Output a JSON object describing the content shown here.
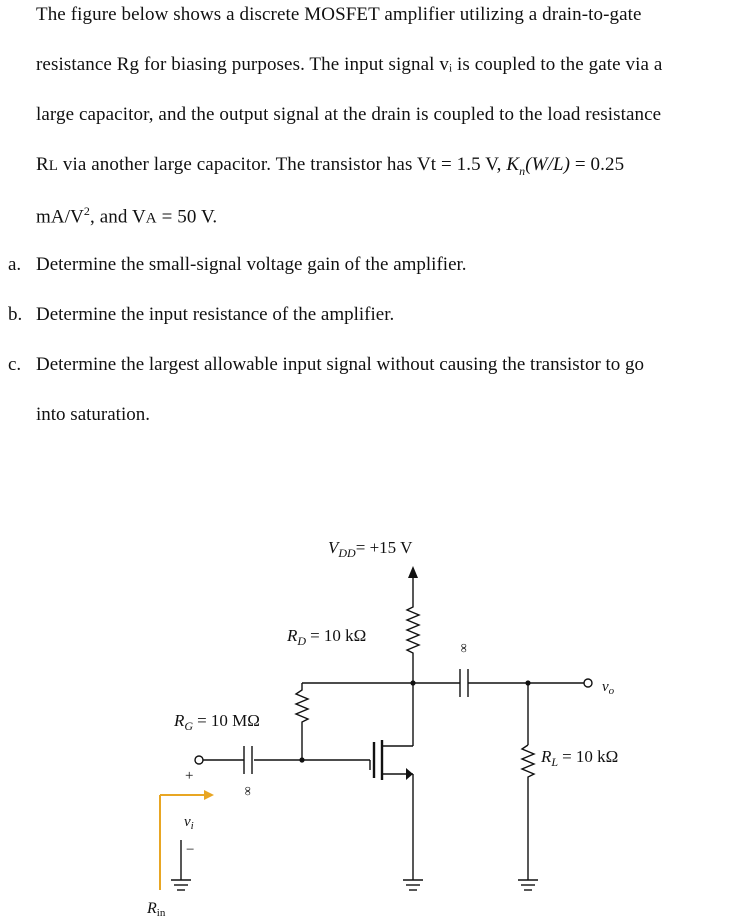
{
  "intro": {
    "line1": "The figure below shows a discrete MOSFET amplifier utilizing a drain-to-gate",
    "line2": "resistance Rg for biasing purposes. The input signal vᵢ is coupled to the gate via a",
    "line3": "large capacitor, and the output signal at the drain is coupled to the load resistance",
    "line4_r": "R",
    "line4_sub": "L",
    "line4_rest": " via another large capacitor. The transistor has Vt = 1.5 V, ",
    "line4_kn": "K",
    "line4_kn_sub": "n",
    "line4_wl": "(W/L)",
    "line4_end": " = 0.25",
    "line5_a": "mA/V",
    "line5_sup": "2",
    "line5_b": ", and V",
    "line5_sub": "A",
    "line5_c": " = 50 V."
  },
  "questions": [
    {
      "marker": "a.",
      "text": "Determine the small-signal voltage gain of the amplifier."
    },
    {
      "marker": "b.",
      "text": "Determine the input resistance of the amplifier."
    },
    {
      "marker": "c.",
      "text": "Determine the largest allowable input signal without causing the transistor to go"
    },
    {
      "marker": "",
      "text": "into saturation."
    }
  ],
  "circuit": {
    "vdd_label": "V",
    "vdd_sub": "DD",
    "vdd_value": "= +15 V",
    "rd_label": "R",
    "rd_sub": "D",
    "rd_value": "= 10 kΩ",
    "rg_label": "R",
    "rg_sub": "G",
    "rg_value": "= 10 MΩ",
    "rl_label": "R",
    "rl_sub": "L",
    "rl_value": "= 10 kΩ",
    "cap_out_label": "∞",
    "cap_in_label": "∞",
    "vo_label": "v",
    "vo_sub": "o",
    "vi_label": "v",
    "vi_sub": "i",
    "plus": "+",
    "minus": "−",
    "rin_label": "R",
    "rin_sub": "in",
    "accent_color": "#e8a623"
  }
}
